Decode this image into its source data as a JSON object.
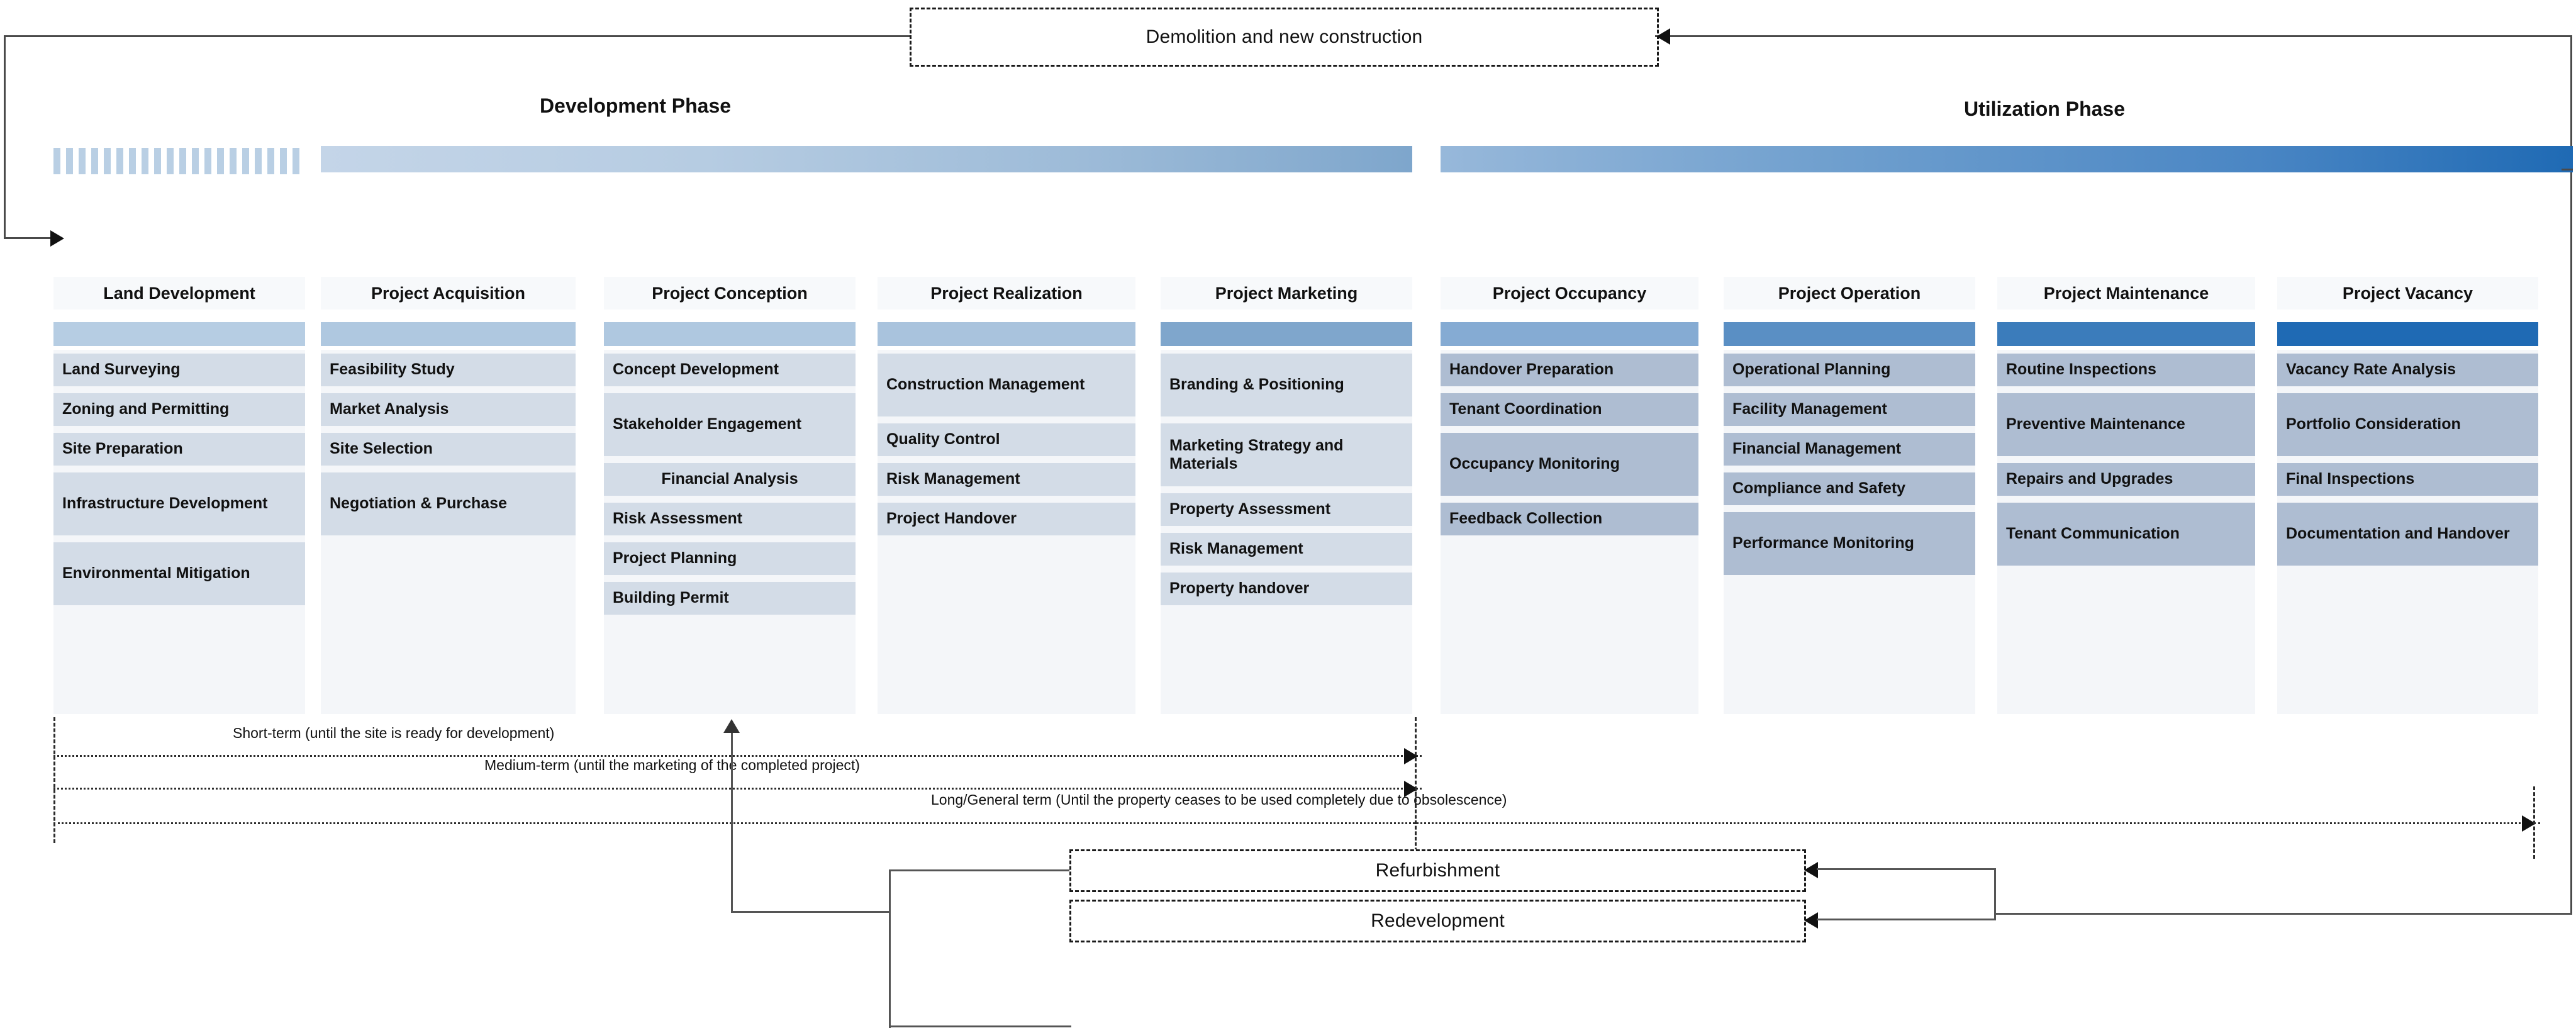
{
  "diagram": {
    "title_left": "Development Phase",
    "title_right": "Utilization Phase",
    "feedback_loops": {
      "demolition": "Demolition and new construction",
      "refurbishment": "Refurbishment",
      "redevelopment": "Redevelopment"
    },
    "timeline": [
      "Short-term (until the site is ready for development)",
      "Medium-term (until the marketing of the completed project)",
      "Long/General term (Until the property ceases to be used completely due to obsolescence)"
    ],
    "columns": [
      {
        "header": "Land Development",
        "phase": "development",
        "accent": "#b6cde3",
        "bar_style": "striped",
        "items": [
          {
            "label": "Land Surveying",
            "lines": 1
          },
          {
            "label": "Zoning and Permitting",
            "lines": 1
          },
          {
            "label": "Site Preparation",
            "lines": 1
          },
          {
            "label": "Infrastructure Development",
            "lines": 2
          },
          {
            "label": "Environmental Mitigation",
            "lines": 2
          }
        ]
      },
      {
        "header": "Project Acquisition",
        "phase": "development",
        "accent": "#afc8e0",
        "bar_style": "solid",
        "items": [
          {
            "label": "Feasibility  Study",
            "lines": 1
          },
          {
            "label": "Market Analysis",
            "lines": 1
          },
          {
            "label": "Site Selection",
            "lines": 1
          },
          {
            "label": "Negotiation & Purchase",
            "lines": 2
          },
          {
            "label": "",
            "lines": 2
          }
        ]
      },
      {
        "header": "Project Conception",
        "phase": "development",
        "accent": "#afc8e0",
        "bar_style": "solid",
        "items": [
          {
            "label": "Concept Development",
            "lines": 1
          },
          {
            "label": "Stakeholder Engagement",
            "lines": 2
          },
          {
            "label": "Financial Analysis",
            "lines": 1,
            "align": "center"
          },
          {
            "label": "Risk Assessment",
            "lines": 1
          },
          {
            "label": "Project Planning",
            "lines": 1
          },
          {
            "label": "Building Permit",
            "lines": 1
          }
        ]
      },
      {
        "header": "Project Realization",
        "phase": "development",
        "accent": "#a9c3dd",
        "bar_style": "solid",
        "items": [
          {
            "label": "Construction Management",
            "lines": 2
          },
          {
            "label": "Quality Control",
            "lines": 1
          },
          {
            "label": "Risk Management",
            "lines": 1
          },
          {
            "label": "Project Handover",
            "lines": 1
          },
          {
            "label": "",
            "lines": 2
          }
        ]
      },
      {
        "header": "Project Marketing",
        "phase": "development",
        "accent": "#7fa6cc",
        "bar_style": "solid",
        "items": [
          {
            "label": "Branding & Positioning",
            "lines": 2
          },
          {
            "label": "Marketing Strategy and Materials",
            "lines": 2
          },
          {
            "label": "Property  Assessment",
            "lines": 1
          },
          {
            "label": "Risk Management",
            "lines": 1
          },
          {
            "label": "Property handover",
            "lines": 1
          }
        ]
      },
      {
        "header": "Project Occupancy",
        "phase": "utilization",
        "accent": "#85abd3",
        "bar_style": "solid",
        "items": [
          {
            "label": "Handover Preparation",
            "lines": 1
          },
          {
            "label": "Tenant Coordination",
            "lines": 1
          },
          {
            "label": "Occupancy Monitoring",
            "lines": 2
          },
          {
            "label": "Feedback Collection",
            "lines": 1
          },
          {
            "label": "",
            "lines": 2
          }
        ]
      },
      {
        "header": "Project Operation",
        "phase": "utilization",
        "accent": "#5a8fc4",
        "bar_style": "solid",
        "items": [
          {
            "label": "Operational Planning",
            "lines": 1
          },
          {
            "label": "Facility Management",
            "lines": 1
          },
          {
            "label": "Financial Management",
            "lines": 1
          },
          {
            "label": "Compliance and Safety",
            "lines": 1
          },
          {
            "label": "Performance Monitoring",
            "lines": 2
          },
          {
            "label": "",
            "lines": 1
          }
        ]
      },
      {
        "header": "Project Maintenance",
        "phase": "utilization",
        "accent": "#3b7cbb",
        "bar_style": "solid",
        "items": [
          {
            "label": "Routine Inspections",
            "lines": 1
          },
          {
            "label": "Preventive Maintenance",
            "lines": 2
          },
          {
            "label": "Repairs and Upgrades",
            "lines": 1
          },
          {
            "label": "Tenant Communication",
            "lines": 2
          },
          {
            "label": "",
            "lines": 1
          }
        ]
      },
      {
        "header": "Project Vacancy",
        "phase": "utilization",
        "accent": "#1f6ab4",
        "bar_style": "solid",
        "items": [
          {
            "label": "Vacancy Rate Analysis",
            "lines": 1
          },
          {
            "label": "Portfolio Consideration",
            "lines": 2
          },
          {
            "label": "Final Inspections",
            "lines": 1
          },
          {
            "label": "Documentation and Handover",
            "lines": 2
          },
          {
            "label": "",
            "lines": 1
          }
        ]
      }
    ]
  }
}
